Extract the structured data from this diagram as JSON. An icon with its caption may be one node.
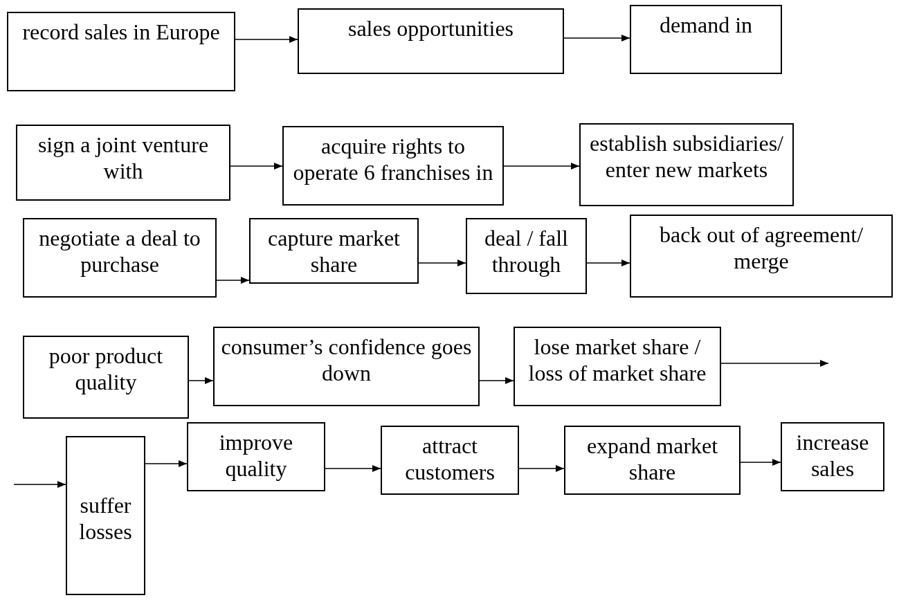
{
  "diagram": {
    "nodes": [
      {
        "text": [
          "record sales in Europe"
        ]
      },
      {
        "text": [
          "sales opportunities"
        ]
      },
      {
        "text": [
          "demand in"
        ]
      },
      {
        "text": [
          "sign a joint venture with"
        ]
      },
      {
        "text": [
          "acquire rights to operate 6 franchises in"
        ]
      },
      {
        "text": [
          "establish subsidiaries/ enter new markets"
        ]
      },
      {
        "text": [
          "negotiate a deal to purchase"
        ]
      },
      {
        "text": [
          "capture market share"
        ]
      },
      {
        "text": [
          "deal / fall through"
        ]
      },
      {
        "text": [
          "back out of agreement/ merge"
        ]
      },
      {
        "text": [
          "poor product quality"
        ]
      },
      {
        "text": [
          "consumer’s confidence goes down"
        ]
      },
      {
        "text": [
          "lose market share / loss of market share"
        ]
      },
      {
        "text": [
          "suffer losses"
        ]
      },
      {
        "text": [
          "improve quality"
        ]
      },
      {
        "text": [
          "attract customers"
        ]
      },
      {
        "text": [
          "expand market share"
        ]
      },
      {
        "text": [
          "increase sales"
        ]
      }
    ],
    "edges": [
      {
        "from": 0,
        "to": 1,
        "arrow": "to"
      },
      {
        "from": 1,
        "to": 2,
        "arrow": "to"
      },
      {
        "from": 3,
        "to": 4,
        "arrow": "to"
      },
      {
        "from": 4,
        "to": 5,
        "arrow": "to"
      },
      {
        "from": 6,
        "to": 7,
        "arrow": "to"
      },
      {
        "from": 7,
        "to": 8,
        "arrow": "to"
      },
      {
        "from": 8,
        "to": 9,
        "arrow": "to"
      },
      {
        "from": 10,
        "to": 11,
        "arrow": "to"
      },
      {
        "from": 11,
        "to": 12,
        "arrow": "to"
      },
      {
        "from": 12,
        "to": null,
        "arrow": "to"
      },
      {
        "from": null,
        "to": 13,
        "arrow": "to"
      },
      {
        "from": 13,
        "to": 14,
        "arrow": "to"
      },
      {
        "from": 14,
        "to": 15,
        "arrow": "to"
      },
      {
        "from": 15,
        "to": 16,
        "arrow": "to"
      },
      {
        "from": 16,
        "to": 17,
        "arrow": "to"
      }
    ]
  }
}
